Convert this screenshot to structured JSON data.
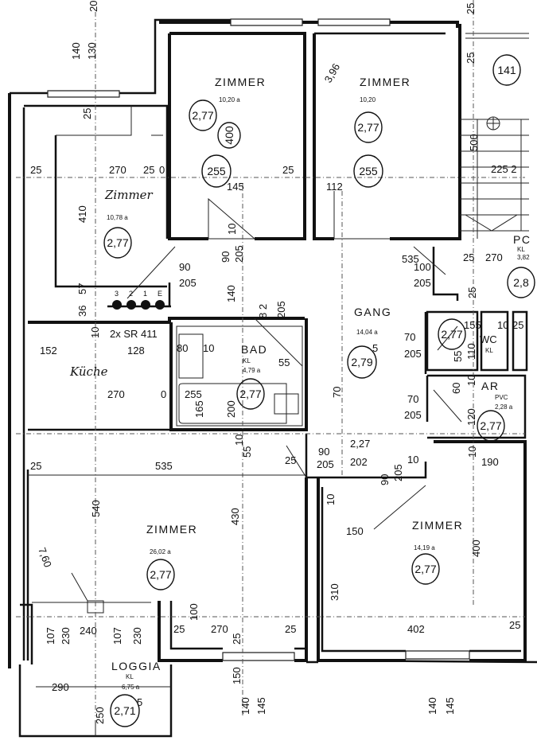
{
  "rooms": {
    "zimmer_top_1": {
      "label": "ZIMMER",
      "area": "10,20 a"
    },
    "zimmer_top_2": {
      "label": "ZIMMER",
      "area": "10,20"
    },
    "zimmer_small": {
      "label": "Zimmer",
      "area": "10,78 a"
    },
    "kueche": {
      "label": "Küche",
      "note": "2x SR 411"
    },
    "bad": {
      "label": "BAD",
      "sub": "KL",
      "area": "4,79 a"
    },
    "gang": {
      "label": "GANG",
      "area": "14,04 a"
    },
    "wc": {
      "label": "WC",
      "sub": "KL"
    },
    "ar": {
      "label": "AR",
      "sub": "PVC",
      "area": "2,28 a"
    },
    "zimmer_big": {
      "label": "ZIMMER",
      "area": "26,02 a"
    },
    "zimmer_right": {
      "label": "ZIMMER",
      "area": "14,19 a"
    },
    "loggia": {
      "label": "LOGGIA",
      "sub": "KL",
      "area": "6,75 a"
    },
    "pc": {
      "label": "PC",
      "sub": "KL",
      "area": "3,82"
    }
  },
  "meter_labels": [
    "3",
    "2",
    "1",
    "E"
  ],
  "levels": [
    "2,77",
    "400",
    "255",
    "2,77",
    "255",
    "2,77",
    "2,77",
    "2,79",
    "2,77",
    "2,77",
    "2,77",
    "2,77",
    "2,71",
    "141",
    "2,8"
  ],
  "level_superscripts": {
    "gang": "5",
    "loggia": "5"
  },
  "dimensions": [
    "140",
    "130",
    "20",
    "25",
    "25",
    "270",
    "0",
    "25",
    "145",
    "112",
    "25",
    "410",
    "500",
    "225 2",
    "25",
    "25",
    "90",
    "205",
    "535",
    "140",
    "205",
    "90",
    "10",
    "8 2",
    "205",
    "57",
    "36",
    "10",
    "100",
    "205",
    "25",
    "270",
    "25",
    "70",
    "205",
    "155",
    "10",
    "25",
    "55",
    "110",
    "60",
    "10",
    "70",
    "205",
    "120",
    "70",
    "55",
    "10",
    "80",
    "255",
    "165",
    "200",
    "152",
    "128",
    "270",
    "0",
    "25",
    "535",
    "540",
    "10",
    "55",
    "90",
    "205",
    "25",
    "2,27",
    "202",
    "10",
    "90",
    "205",
    "10",
    "190",
    "10",
    "150",
    "430",
    "400",
    "310",
    "402",
    "25",
    "100",
    "25",
    "270",
    "25",
    "25",
    "240",
    "107",
    "230",
    "107",
    "230",
    "290",
    "250",
    "150",
    "140",
    "145",
    "140",
    "145",
    "3,96",
    "7,60"
  ]
}
